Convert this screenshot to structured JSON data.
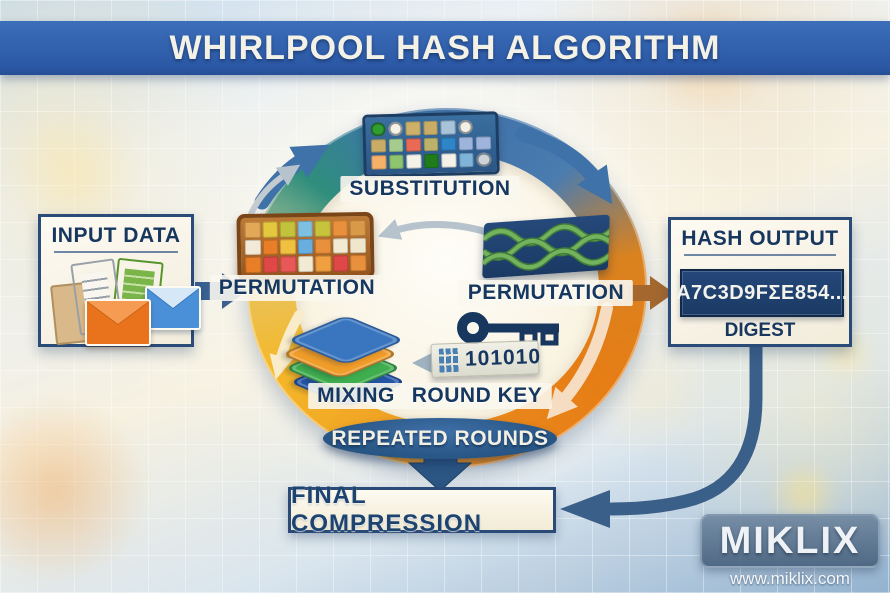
{
  "title": "WHIRLPOOL HASH ALGORITHM",
  "input_box": {
    "title": "INPUT DATA"
  },
  "hash_output_box": {
    "title": "HASH OUTPUT",
    "digest_value": "A7C3D9FΣE854...",
    "caption": "DIGEST"
  },
  "cycle": {
    "steps": {
      "substitution": "SUBSTITUTION",
      "permutation_left": "PERMUTATION",
      "permutation_right": "PERMUTATION",
      "mixing": "MIXING",
      "round_key": "ROUND KEY"
    },
    "round_key_value": "101010",
    "banner": "REPEATED ROUNDS"
  },
  "final_compression": "FINAL COMPRESSION",
  "branding": {
    "name": "MIKLIX",
    "website": "www.miklix.com"
  },
  "colors": {
    "banner_blue": "#2b58a4",
    "navy_text": "#17375f",
    "ring_blue": "#3f6fa6",
    "ring_teal": "#2f8e7c",
    "ring_orange": "#e67d15",
    "ring_yellow": "#f5b829",
    "arrow_steel": "#3a6191",
    "arrow_brown": "#a4682f",
    "box_cream": "#fdfaf0",
    "chip_navy": "#1e3e6b",
    "logo_steel": "#5d7b97"
  },
  "grids": {
    "substitution": [
      [
        "c:#2f9e2f",
        "c:#f4f1e6",
        "s:#cdb069",
        "s:#c9ad66",
        "s:#a9c3d8",
        "c:#f2efe6",
        ""
      ],
      [
        "s:#c9ad66",
        "s:#a5cc8e",
        "s:#e96a55",
        "s:#bdb26a",
        "s:#2e86c8",
        "s:#9fb4dd",
        "s:#9fb4dd"
      ],
      [
        "s:#f5b06a",
        "s:#8ec46e",
        "s:#f5f2e8",
        "s:#1e7d1a",
        "s:#f5f2e8",
        "s:#7fb3d8",
        "c:#ccd4da"
      ]
    ],
    "permutation": [
      [
        "s:#e2a858",
        "s:#e3c83e",
        "s:#c2c23c",
        "s:#7fc0e0",
        "s:#c8c33c",
        "s:#e8903c",
        "s:#d89a48"
      ],
      [
        "s:#f2ead6",
        "s:#e87f28",
        "s:#f0c040",
        "s:#68aede",
        "s:#e8903c",
        "s:#f2ead2",
        "s:#efe6cc"
      ],
      [
        "s:#e87f28",
        "s:#e04848",
        "s:#e85858",
        "s:#f2ead2",
        "s:#f0a040",
        "s:#e04848",
        "s:#e8903c"
      ]
    ]
  },
  "mixing_layers": [
    "#3a76c0",
    "#f09c28",
    "#3fae4e",
    "#2456a8"
  ]
}
